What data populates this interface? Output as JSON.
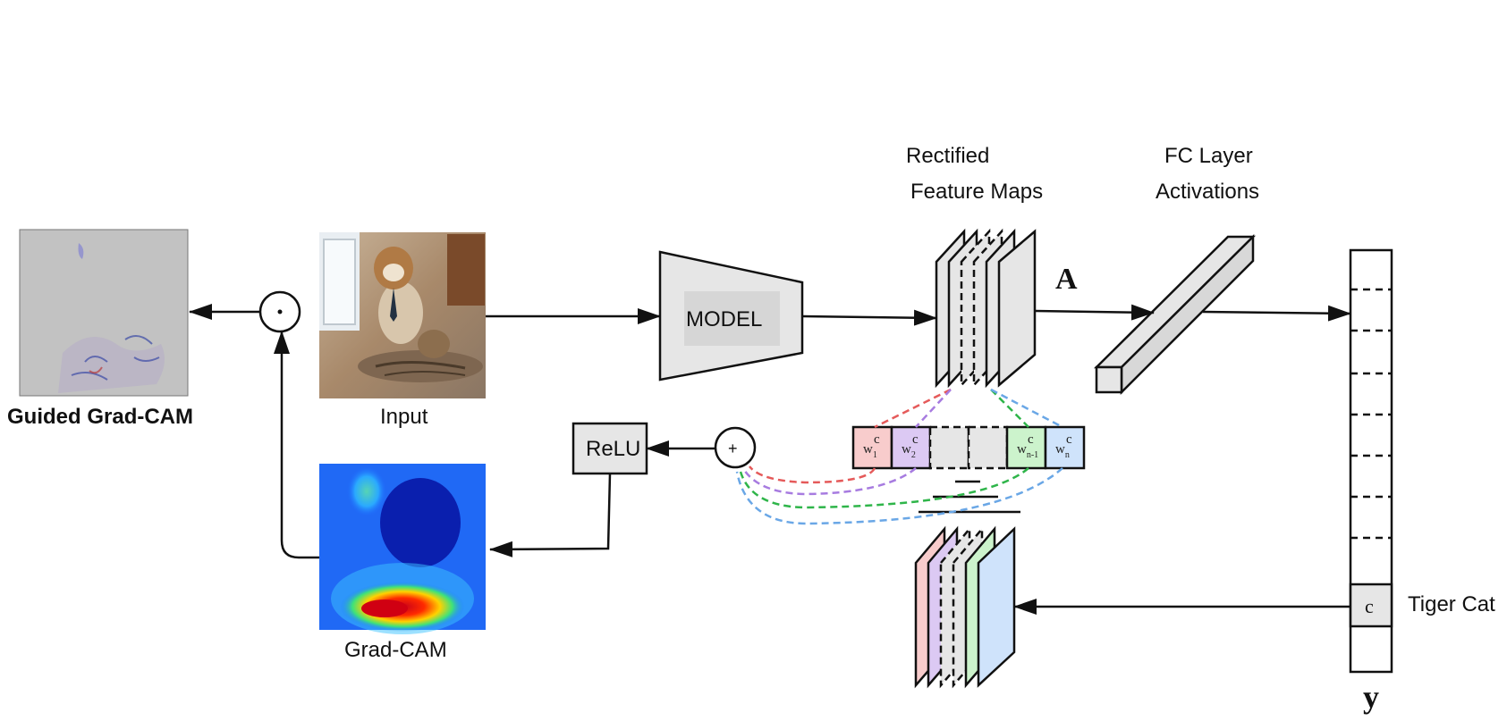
{
  "diagram": {
    "labels": {
      "guided_gradcam": "Guided Grad-CAM",
      "input": "Input",
      "gradcam": "Grad-CAM",
      "model": "MODEL",
      "relu": "ReLU",
      "rectified_line1": "Rectified",
      "rectified_line2": "Feature Maps",
      "fc_line1": "FC Layer",
      "fc_line2": "Activations",
      "feature_symbol": "A",
      "output_symbol": "y",
      "class_cell": "c",
      "class_name": "Tiger Cat",
      "hadamard_symbol": "⊙",
      "sum_symbol": "+"
    },
    "weights": [
      {
        "base": "w",
        "sub": "1",
        "sup": "c",
        "color": "#f8cccc"
      },
      {
        "base": "w",
        "sub": "2",
        "sup": "c",
        "color": "#dcc9f3"
      },
      {
        "base": "",
        "sub": "",
        "sup": "",
        "color": "#e6e6e6"
      },
      {
        "base": "",
        "sub": "",
        "sup": "",
        "color": "#e6e6e6"
      },
      {
        "base": "w",
        "sub": "n-1",
        "sup": "c",
        "color": "#ccf3cc"
      },
      {
        "base": "w",
        "sub": "n",
        "sup": "c",
        "color": "#cfe3fb"
      }
    ],
    "colors": {
      "red": "#e55a5a",
      "purple": "#a77be0",
      "green": "#2fb54a",
      "blue": "#6aa7e6",
      "box_fill": "#e6e6e6"
    }
  }
}
